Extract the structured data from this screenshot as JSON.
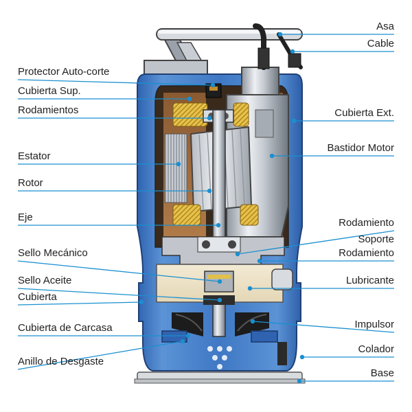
{
  "colors": {
    "leader": "#1a8fd0",
    "casing_blue": "#3f78c4",
    "casing_light": "#6fa4dc",
    "oil": "#9c6a3f",
    "steel": "#c8ccd2",
    "dark": "#2b2b2b",
    "copper": "#e3b53a"
  },
  "labels": {
    "left": [
      {
        "id": "protector-auto-corte",
        "text": "Protector Auto-corte"
      },
      {
        "id": "cubierta-sup",
        "text": "Cubierta Sup."
      },
      {
        "id": "rodamientos",
        "text": "Rodamientos"
      },
      {
        "id": "estator",
        "text": "Estator"
      },
      {
        "id": "rotor",
        "text": "Rotor"
      },
      {
        "id": "eje",
        "text": "Eje"
      },
      {
        "id": "sello-mecanico",
        "text": "Sello Mecánico"
      },
      {
        "id": "sello-aceite",
        "text": "Sello Aceite"
      },
      {
        "id": "cubierta",
        "text": "Cubierta"
      },
      {
        "id": "cubierta-de-carcasa",
        "text": "Cubierta de Carcasa"
      },
      {
        "id": "anillo-de-desgaste",
        "text": "Anillo de Desgaste"
      }
    ],
    "right": [
      {
        "id": "asa",
        "text": "Asa"
      },
      {
        "id": "cable",
        "text": "Cable"
      },
      {
        "id": "cubierta-ext",
        "text": "Cubierta Ext."
      },
      {
        "id": "bastidor-motor",
        "text": "Bastidor Motor"
      },
      {
        "id": "rodamiento",
        "text": "Rodamiento"
      },
      {
        "id": "soporte-rodamiento-1",
        "text": "Soporte"
      },
      {
        "id": "soporte-rodamiento-2",
        "text": "Rodamiento"
      },
      {
        "id": "lubricante",
        "text": "Lubricante"
      },
      {
        "id": "impulsor",
        "text": "Impulsor"
      },
      {
        "id": "colador",
        "text": "Colador"
      },
      {
        "id": "base",
        "text": "Base"
      }
    ]
  }
}
